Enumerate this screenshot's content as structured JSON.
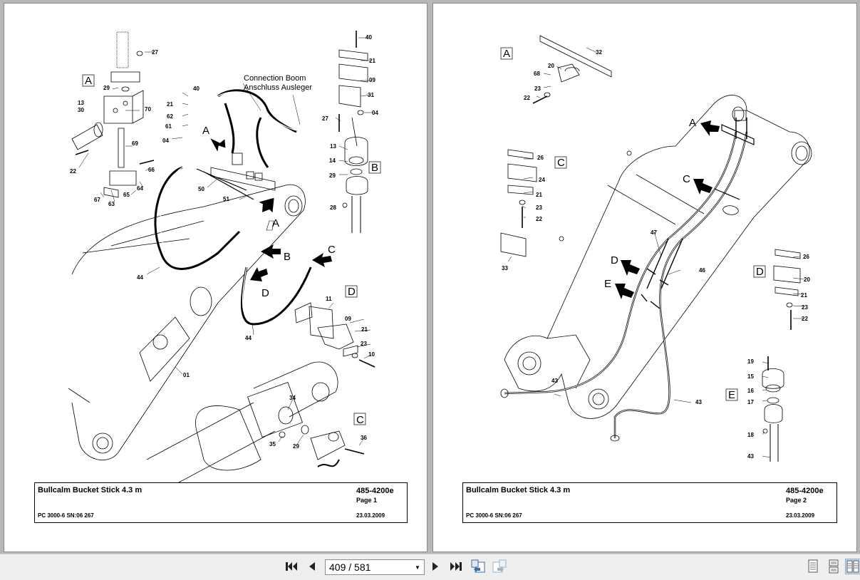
{
  "pages": [
    {
      "title": "Bullcalm Bucket Stick 4.3 m",
      "doc_number": "485-4200e",
      "page_label": "Page 1",
      "model": "PC 3000-6 SN:06 267",
      "date": "23.03.2009",
      "connection_note_en": "Connection Boom",
      "connection_note_de": "Anschluss Ausleger",
      "detail_letters": [
        "A",
        "B",
        "C",
        "D"
      ],
      "arrow_letters": [
        "A",
        "A",
        "B",
        "C",
        "D"
      ],
      "part_numbers": [
        "27",
        "29",
        "13",
        "30",
        "70",
        "69",
        "22",
        "66",
        "64",
        "65",
        "63",
        "67",
        "40",
        "21",
        "62",
        "61",
        "04",
        "50",
        "51",
        "44",
        "44",
        "01",
        "40",
        "21",
        "09",
        "31",
        "04",
        "27",
        "13",
        "14",
        "29",
        "28",
        "11",
        "09",
        "21",
        "23",
        "10",
        "34",
        "35",
        "29",
        "36"
      ]
    },
    {
      "title": "Bullcalm Bucket Stick 4.3 m",
      "doc_number": "485-4200e",
      "page_label": "Page 2",
      "model": "PC 3000-6 SN:06 267",
      "date": "23.03.2009",
      "detail_letters": [
        "A",
        "C",
        "D",
        "E"
      ],
      "arrow_letters": [
        "A",
        "C",
        "D",
        "E"
      ],
      "part_numbers": [
        "32",
        "20",
        "68",
        "23",
        "22",
        "26",
        "24",
        "21",
        "23",
        "22",
        "33",
        "47",
        "46",
        "26",
        "20",
        "21",
        "23",
        "22",
        "43",
        "43",
        "19",
        "15",
        "16",
        "17",
        "18",
        "43"
      ]
    }
  ],
  "toolbar": {
    "page_indicator": "409 / 581",
    "first_icon": "first-page-icon",
    "prev_icon": "prev-page-icon",
    "next_icon": "next-page-icon",
    "last_icon": "last-page-icon",
    "view_icons": [
      "single-page-icon",
      "continuous-icon",
      "two-page-icon"
    ]
  }
}
